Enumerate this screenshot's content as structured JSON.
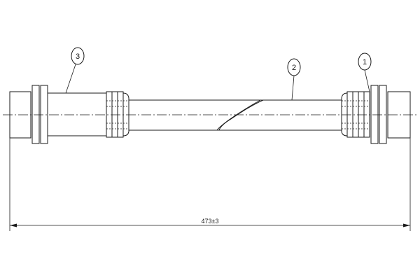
{
  "callouts": [
    {
      "label": "1"
    },
    {
      "label": "2"
    },
    {
      "label": "3"
    }
  ],
  "dimension": {
    "length_label": "473±3"
  }
}
